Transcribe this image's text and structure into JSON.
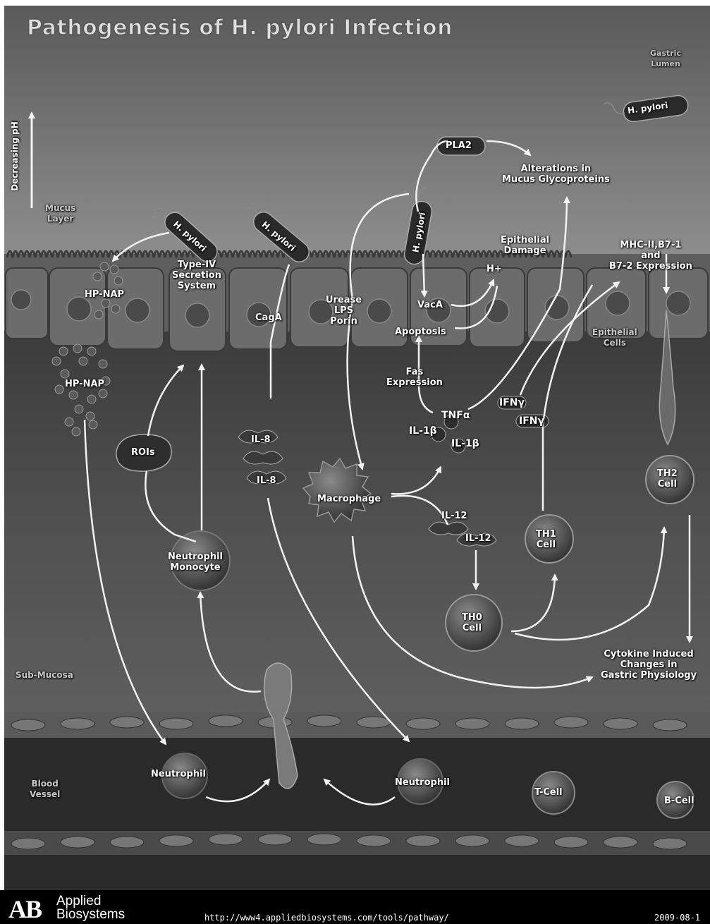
{
  "title": "Pathogenesis of H. pylori Infection",
  "regions": {
    "gastric_lumen": "Gastric\nLumen",
    "mucus_layer": "Mucus\nLayer",
    "decreasing_ph": "Decreasing pH",
    "epithelial_cells": "Epithelial\nCells",
    "sub_mucosa": "Sub-Mucosa",
    "blood_vessel": "Blood\nVessel"
  },
  "bacteria": {
    "lumen": "H. pylori",
    "left": "H. pylori",
    "middle": "H. pylori",
    "right": "H. pylori"
  },
  "labels": {
    "pla2": "PLA2",
    "alterations": "Alterations in\nMucus Glycoproteins",
    "epithelial_damage": "Epithelial\nDamage",
    "h_plus": "H+",
    "mhc": "MHC-II,B7-1\nand\nB7-2 Expression",
    "hp_nap_top": "HP-NAP",
    "hp_nap_bottom": "HP-NAP",
    "type_iv": "Type-IV\nSecretion\nSystem",
    "caga": "CagA",
    "urease": "Urease\nLPS\nPorin",
    "vaca": "VacA",
    "apoptosis": "Apoptosis",
    "fas": "Fas\nExpression",
    "tnf": "TNFα",
    "il1b_a": "IL-1β",
    "il1b_b": "IL-1β",
    "ifn_a": "IFNγ",
    "ifn_b": "IFNγ",
    "rois": "ROIs",
    "il8_a": "IL-8",
    "il8_b": "IL-8",
    "macrophage": "Macrophage",
    "il12_a": "IL-12",
    "il12_b": "IL-12",
    "th1": "TH1\nCell",
    "th2": "TH2\nCell",
    "th0": "TH0\nCell",
    "neutrophil_monocyte": "Neutrophil\nMonocyte",
    "cytokine": "Cytokine Induced\nChanges in\nGastric Physiology",
    "neutrophil_left": "Neutrophil",
    "neutrophil_right": "Neutrophil",
    "tcell": "T-Cell",
    "bcell": "B-Cell"
  },
  "footer": {
    "logo_mark": "AB",
    "logo_line1": "Applied",
    "logo_line2": "Biosystems",
    "url": "http://www4.appliedbiosystems.com/tools/pathway/",
    "date": "2009-08-1"
  },
  "colors": {
    "lumen_top": "#5c5c5c",
    "lumen_mid": "#c9c9c9",
    "epithelium": "#5a5a5a",
    "submucosa": "#4a4a4a",
    "vessel": "#262626",
    "arrow": "#f2f2f2"
  }
}
